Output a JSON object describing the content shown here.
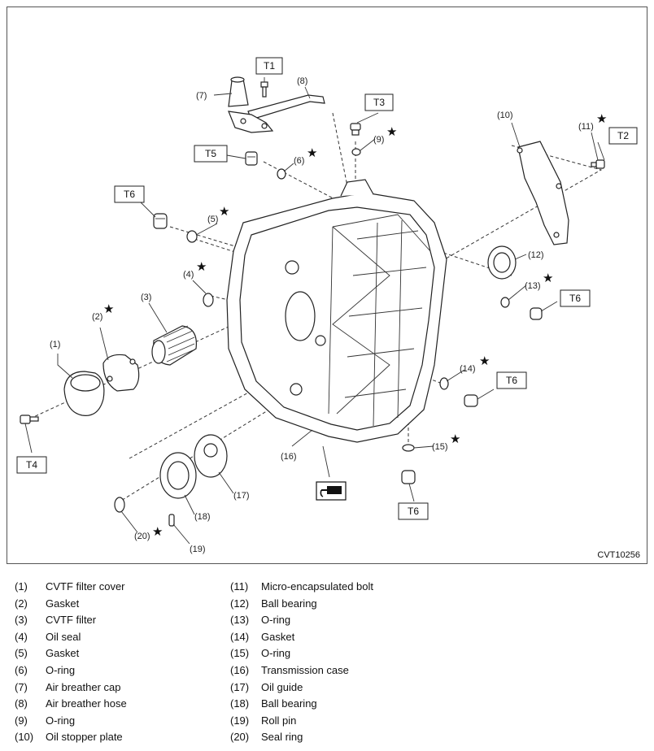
{
  "figure_code": "CVT10256",
  "torque_labels": [
    "T1",
    "T2",
    "T3",
    "T4",
    "T5",
    "T6"
  ],
  "star": "★",
  "callouts": [
    "(1)",
    "(2)",
    "(3)",
    "(4)",
    "(5)",
    "(6)",
    "(7)",
    "(8)",
    "(9)",
    "(10)",
    "(11)",
    "(12)",
    "(13)",
    "(14)",
    "(15)",
    "(16)",
    "(17)",
    "(18)",
    "(19)",
    "(20)"
  ],
  "legend": {
    "left": [
      {
        "num": "(1)",
        "name": "CVTF filter cover"
      },
      {
        "num": "(2)",
        "name": "Gasket"
      },
      {
        "num": "(3)",
        "name": "CVTF filter"
      },
      {
        "num": "(4)",
        "name": "Oil seal"
      },
      {
        "num": "(5)",
        "name": "Gasket"
      },
      {
        "num": "(6)",
        "name": "O-ring"
      },
      {
        "num": "(7)",
        "name": "Air breather cap"
      },
      {
        "num": "(8)",
        "name": "Air breather hose"
      },
      {
        "num": "(9)",
        "name": "O-ring"
      },
      {
        "num": "(10)",
        "name": "Oil stopper plate"
      }
    ],
    "right": [
      {
        "num": "(11)",
        "name": "Micro-encapsulated bolt"
      },
      {
        "num": "(12)",
        "name": "Ball bearing"
      },
      {
        "num": "(13)",
        "name": "O-ring"
      },
      {
        "num": "(14)",
        "name": "Gasket"
      },
      {
        "num": "(15)",
        "name": "O-ring"
      },
      {
        "num": "(16)",
        "name": "Transmission case"
      },
      {
        "num": "(17)",
        "name": "Oil guide"
      },
      {
        "num": "(18)",
        "name": "Ball bearing"
      },
      {
        "num": "(19)",
        "name": "Roll pin"
      },
      {
        "num": "(20)",
        "name": "Seal ring"
      }
    ]
  }
}
